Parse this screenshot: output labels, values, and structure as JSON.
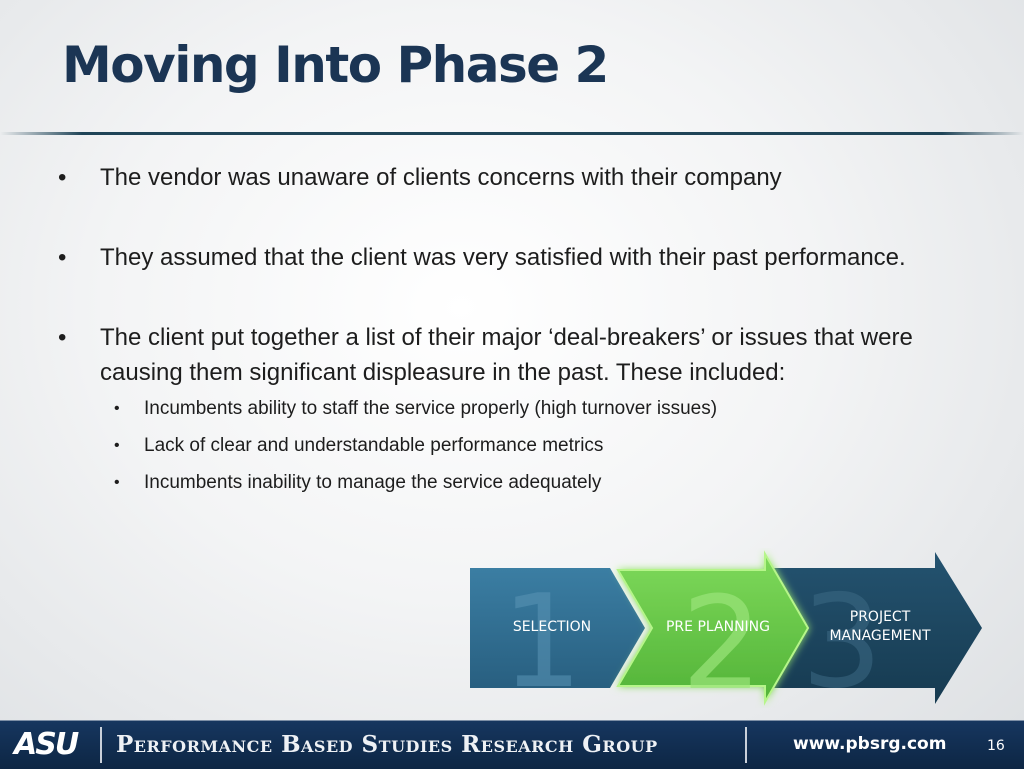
{
  "slide": {
    "title": "Moving Into Phase 2",
    "bullets": [
      "The vendor was unaware of clients concerns with their company",
      "They assumed that the client was very satisfied with their past performance.",
      "The client put together a list of their major ‘deal-breakers’ or issues that were causing them significant displeasure in the past.  These included:"
    ],
    "sub_bullets": [
      "Incumbents ability to staff the service properly (high turnover issues)",
      "Lack of clear and understandable performance metrics",
      "Incumbents inability to manage the service adequately"
    ],
    "bullet_glyph": "•"
  },
  "phases": {
    "items": [
      {
        "number": "1",
        "label": "SELECTION"
      },
      {
        "number": "2",
        "label": "PRE PLANNING"
      },
      {
        "number": "3",
        "label_line1": "PROJECT",
        "label_line2": "MANAGEMENT"
      }
    ],
    "active_index": 1,
    "colors": {
      "phase1": "#2f6f94",
      "phase2": "#6ccc4c",
      "phase3": "#1d4760",
      "active_glow": "#a8f07a"
    }
  },
  "footer": {
    "logo": "ASU",
    "organization": "Performance Based Studies Research Group",
    "url": "www.pbsrg.com",
    "page_number": "16"
  }
}
